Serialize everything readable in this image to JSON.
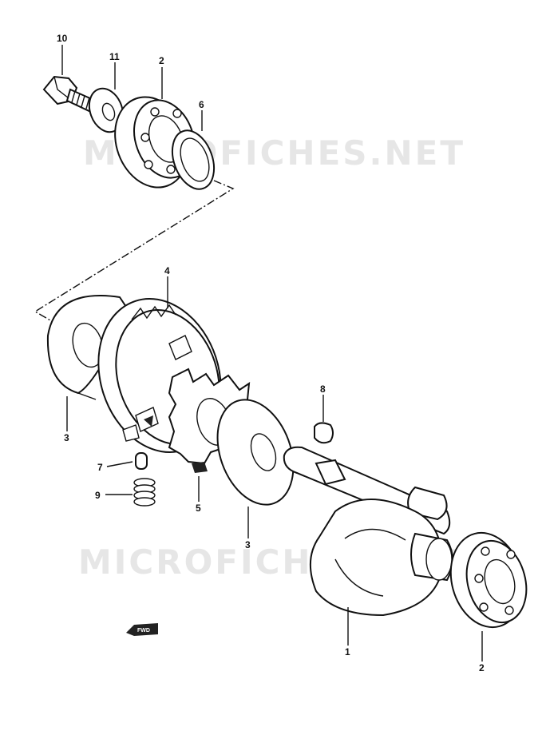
{
  "watermarks": [
    "MICROFICHES.NET",
    "MICROFICHES.NET"
  ],
  "callouts": {
    "c10": "10",
    "c11": "11",
    "c2_top": "2",
    "c6": "6",
    "c4": "4",
    "c3_left": "3",
    "c8": "8",
    "c7": "7",
    "c9": "9",
    "c5": "5",
    "c3_mid": "3",
    "c1": "1",
    "c2_bottom": "2"
  },
  "fwd_label": "FWD"
}
